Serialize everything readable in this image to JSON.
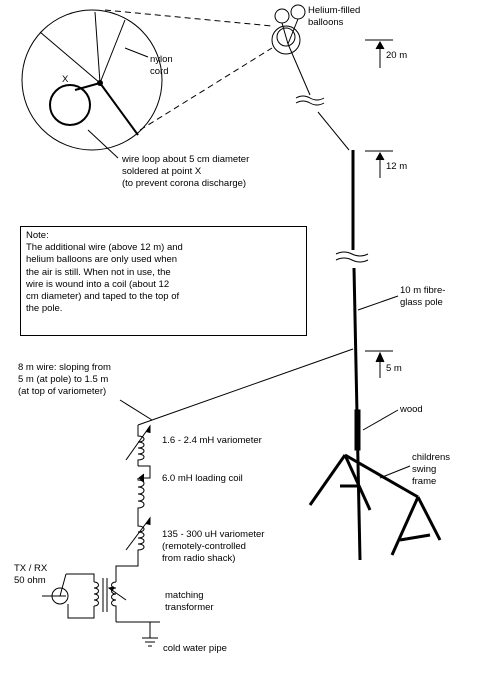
{
  "labels": {
    "balloons": [
      "Helium-filled",
      "balloons"
    ],
    "nylon_cord": [
      "nylon",
      "cord"
    ],
    "point_x": "X",
    "wire_loop": [
      "wire loop about 5 cm diameter",
      "soldered at point X",
      "(to prevent corona discharge)"
    ],
    "h20": "20 m",
    "h12": "12 m",
    "h5": "5 m",
    "pole": [
      "10 m fibre-",
      "glass pole"
    ],
    "wood": "wood",
    "swing": [
      "childrens",
      "swing",
      "frame"
    ],
    "sloping_wire": [
      "8 m wire: sloping from",
      "5 m (at pole) to 1.5 m",
      "(at top of variometer)"
    ],
    "variometer1": "1.6 - 2.4 mH variometer",
    "loading_coil": "6.0 mH loading coil",
    "variometer2": [
      "135 - 300 uH variometer",
      "(remotely-controlled",
      "from radio shack)"
    ],
    "txrx": [
      "TX / RX",
      "50 ohm"
    ],
    "matching": [
      "matching",
      "transformer"
    ],
    "ground": "cold water pipe"
  },
  "note": [
    "Note:",
    "The additional wire (above 12 m) and",
    "helium balloons are only used when",
    "the air is still.  When not in use, the",
    "wire is wound into a coil (about 12",
    "cm diameter) and taped to the top of",
    "the pole."
  ]
}
